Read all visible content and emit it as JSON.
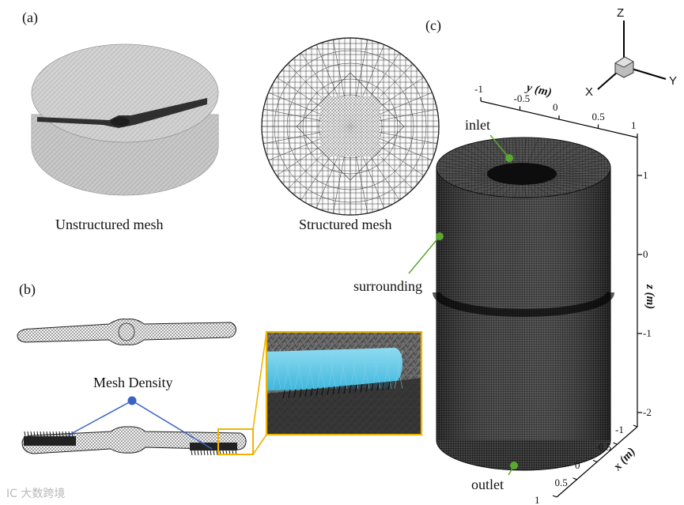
{
  "panels": {
    "a": {
      "tag": "(a)",
      "unstructured_caption": "Unstructured mesh",
      "structured_caption": "Structured mesh"
    },
    "b": {
      "tag": "(b)",
      "density_label": "Mesh Density"
    },
    "c": {
      "tag": "(c)",
      "inlet": "inlet",
      "surrounding": "surrounding",
      "outlet": "outlet",
      "y_axis": {
        "title": "y (m)",
        "ticks": [
          "-1",
          "-0.5",
          "0",
          "0.5",
          "1"
        ]
      },
      "z_axis": {
        "title": "z (m)",
        "ticks": [
          "1",
          "0",
          "-1",
          "-2"
        ]
      },
      "x_axis": {
        "title": "x (m)",
        "ticks": [
          "-1",
          "-0.5",
          "0",
          "0.5",
          "1"
        ]
      },
      "triad": {
        "z": "Z",
        "y": "Y",
        "x": "X"
      }
    }
  },
  "watermark": "IC 大数跨境",
  "colors": {
    "mesh_gray": "#c9c9c9",
    "mesh_dark": "#2b2b2b",
    "callout_blue": "#3a62c4",
    "callout_green": "#5aa830",
    "inset_frame": "#f0b400",
    "blade_cyan": "#5cc8e6"
  }
}
